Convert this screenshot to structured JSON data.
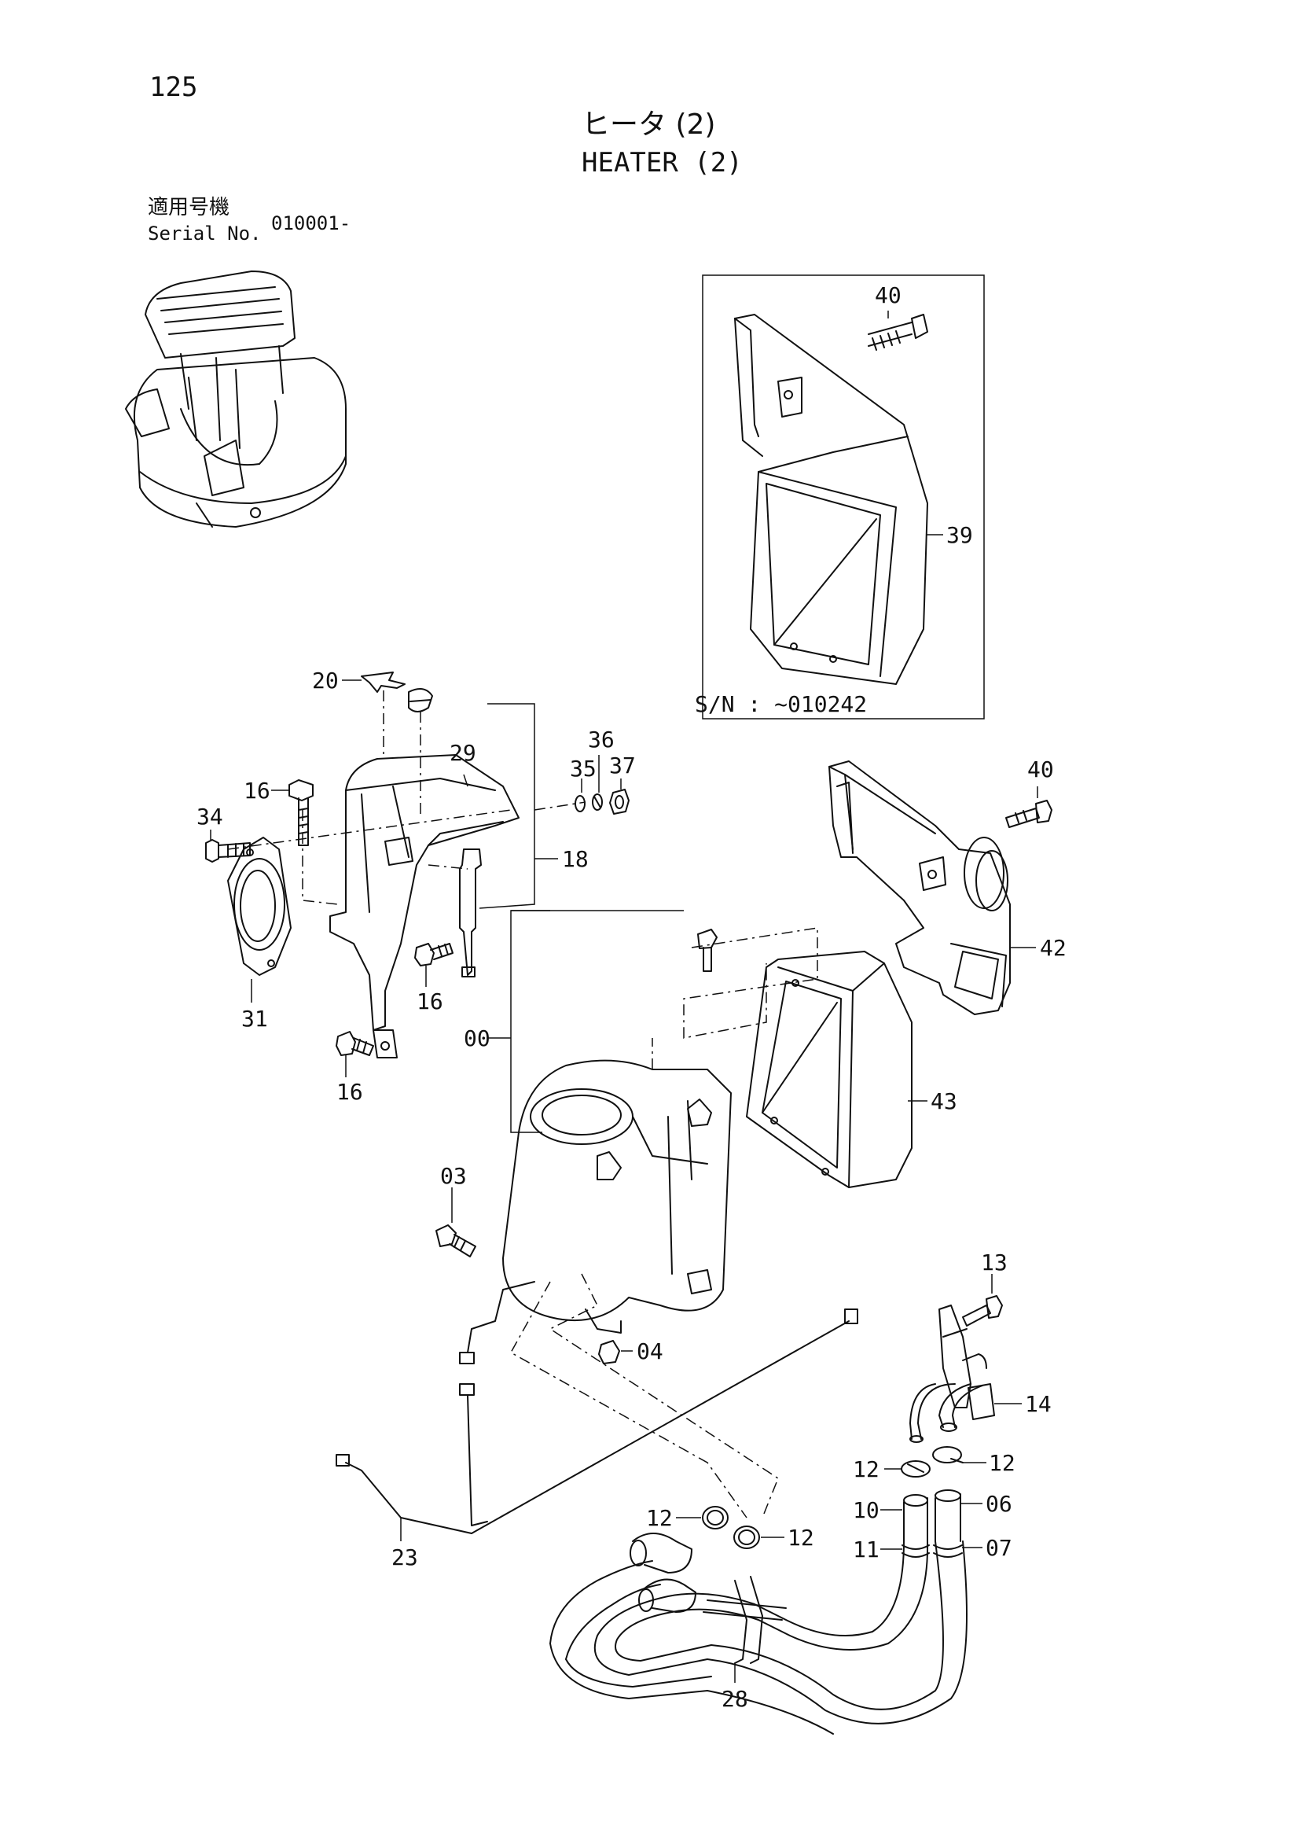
{
  "header": {
    "page_number": "125",
    "title_jp": "ヒータ (2)",
    "title_en": "HEATER (2)",
    "serial_label_jp": "適用号機",
    "serial_label_en": "Serial No.",
    "serial_value": "010001-"
  },
  "inset": {
    "serial_note": "S/N : ~010242"
  },
  "callouts": [
    {
      "id": "c40a",
      "text": "40"
    },
    {
      "id": "c39",
      "text": "39"
    },
    {
      "id": "c20",
      "text": "20"
    },
    {
      "id": "c29",
      "text": "29"
    },
    {
      "id": "c36",
      "text": "36"
    },
    {
      "id": "c35",
      "text": "35"
    },
    {
      "id": "c37",
      "text": "37"
    },
    {
      "id": "c40b",
      "text": "40"
    },
    {
      "id": "c16a",
      "text": "16"
    },
    {
      "id": "c34",
      "text": "34"
    },
    {
      "id": "c18",
      "text": "18"
    },
    {
      "id": "c42",
      "text": "42"
    },
    {
      "id": "c31",
      "text": "31"
    },
    {
      "id": "c16b",
      "text": "16"
    },
    {
      "id": "c00",
      "text": "00"
    },
    {
      "id": "c16c",
      "text": "16"
    },
    {
      "id": "c43",
      "text": "43"
    },
    {
      "id": "c03",
      "text": "03"
    },
    {
      "id": "c13",
      "text": "13"
    },
    {
      "id": "c04",
      "text": "04"
    },
    {
      "id": "c14",
      "text": "14"
    },
    {
      "id": "c12a",
      "text": "12"
    },
    {
      "id": "c12b",
      "text": "12"
    },
    {
      "id": "c10",
      "text": "10"
    },
    {
      "id": "c06",
      "text": "06"
    },
    {
      "id": "c12c",
      "text": "12"
    },
    {
      "id": "c12d",
      "text": "12"
    },
    {
      "id": "c11",
      "text": "11"
    },
    {
      "id": "c07",
      "text": "07"
    },
    {
      "id": "c23",
      "text": "23"
    },
    {
      "id": "c28",
      "text": "28"
    }
  ]
}
